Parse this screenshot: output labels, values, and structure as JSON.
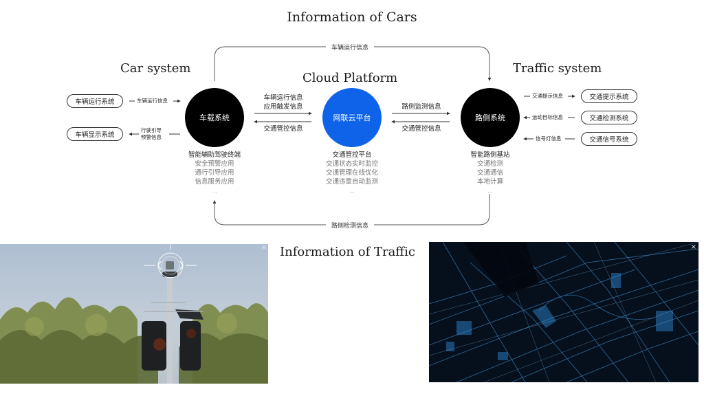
{
  "headings": {
    "cars": "Information of Cars",
    "traffic": "Information of Traffic",
    "car_system": "Car system",
    "cloud_platform": "Cloud Platform",
    "traffic_system": "Traffic system"
  },
  "nodes": {
    "car": {
      "label": "车载系统",
      "color": "#000000"
    },
    "cloud": {
      "label": "网联云平台",
      "color": "#0e63e8"
    },
    "roadside": {
      "label": "路侧系统",
      "color": "#000000"
    }
  },
  "left_systems": [
    {
      "label": "车辆运行系统",
      "flow": "车辆运行信息",
      "direction": "to-car"
    },
    {
      "label": "车辆显示系统",
      "flow_lines": [
        "行驶引导",
        "预警信息"
      ],
      "direction": "from-car"
    }
  ],
  "right_systems": [
    {
      "label": "交通提示系统",
      "flow": "交通提示信息",
      "direction": "from-roadside"
    },
    {
      "label": "交通检测系统",
      "flow": "运动目标信息",
      "direction": "to-roadside"
    },
    {
      "label": "交通信号系统",
      "flow": "信号灯信息",
      "direction": "to-roadside"
    }
  ],
  "links": {
    "car_to_cloud": [
      "车辆运行信息",
      "应用触发信息"
    ],
    "cloud_to_car": "交通管控信息",
    "roadside_to_cloud": "路侧监测信息",
    "cloud_to_roadside": "交通管控信息",
    "top_loop": "车辆运行信息",
    "bottom_loop": "路侧检测信息"
  },
  "descriptions": {
    "car": {
      "head": "智能辅助驾驶终端",
      "items": [
        "安全预警应用",
        "通行引导应用",
        "信息服务应用"
      ],
      "more": "..."
    },
    "cloud": {
      "head": "交通管控平台",
      "items": [
        "交通状态实时监控",
        "交通管理在线优化",
        "交通违章自动监测"
      ],
      "more": "..."
    },
    "roadside": {
      "head": "智能路侧基站",
      "items": [
        "交通检测",
        "交通通信",
        "本地计算"
      ],
      "more": "..."
    }
  },
  "images": {
    "traffic_light_photo": {
      "close_icon": "×"
    },
    "city_map_photo": {
      "close_icon": "×"
    }
  }
}
